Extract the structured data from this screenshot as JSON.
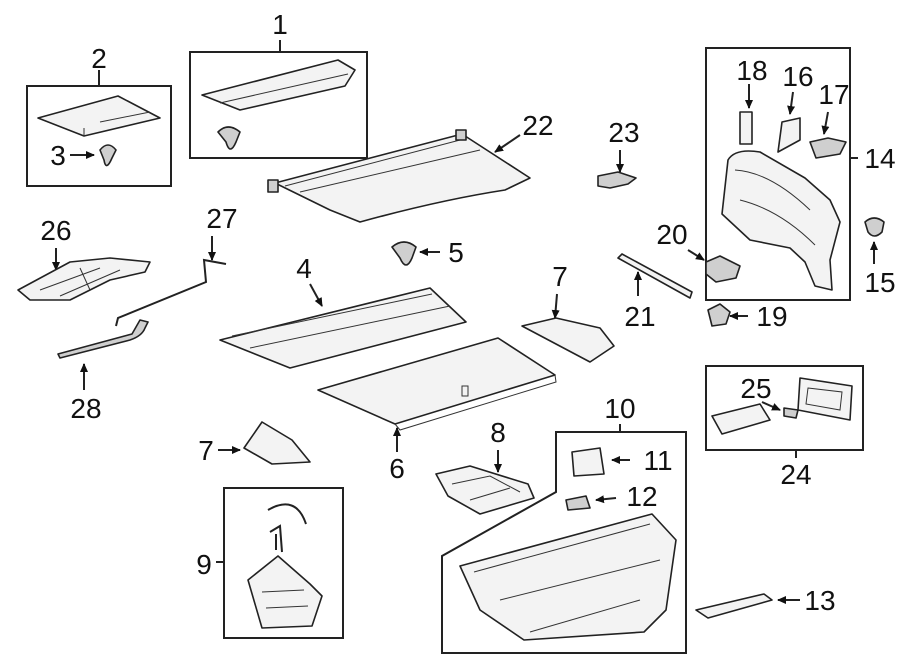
{
  "callouts": {
    "c1": "1",
    "c2": "2",
    "c3": "3",
    "c4": "4",
    "c5": "5",
    "c6": "6",
    "c7a": "7",
    "c7b": "7",
    "c8": "8",
    "c9": "9",
    "c10": "10",
    "c11": "11",
    "c12": "12",
    "c13": "13",
    "c14": "14",
    "c15": "15",
    "c16": "16",
    "c17": "17",
    "c18": "18",
    "c19": "19",
    "c20": "20",
    "c21": "21",
    "c22": "22",
    "c23": "23",
    "c24": "24",
    "c25": "25",
    "c26": "26",
    "c27": "27",
    "c28": "28"
  }
}
